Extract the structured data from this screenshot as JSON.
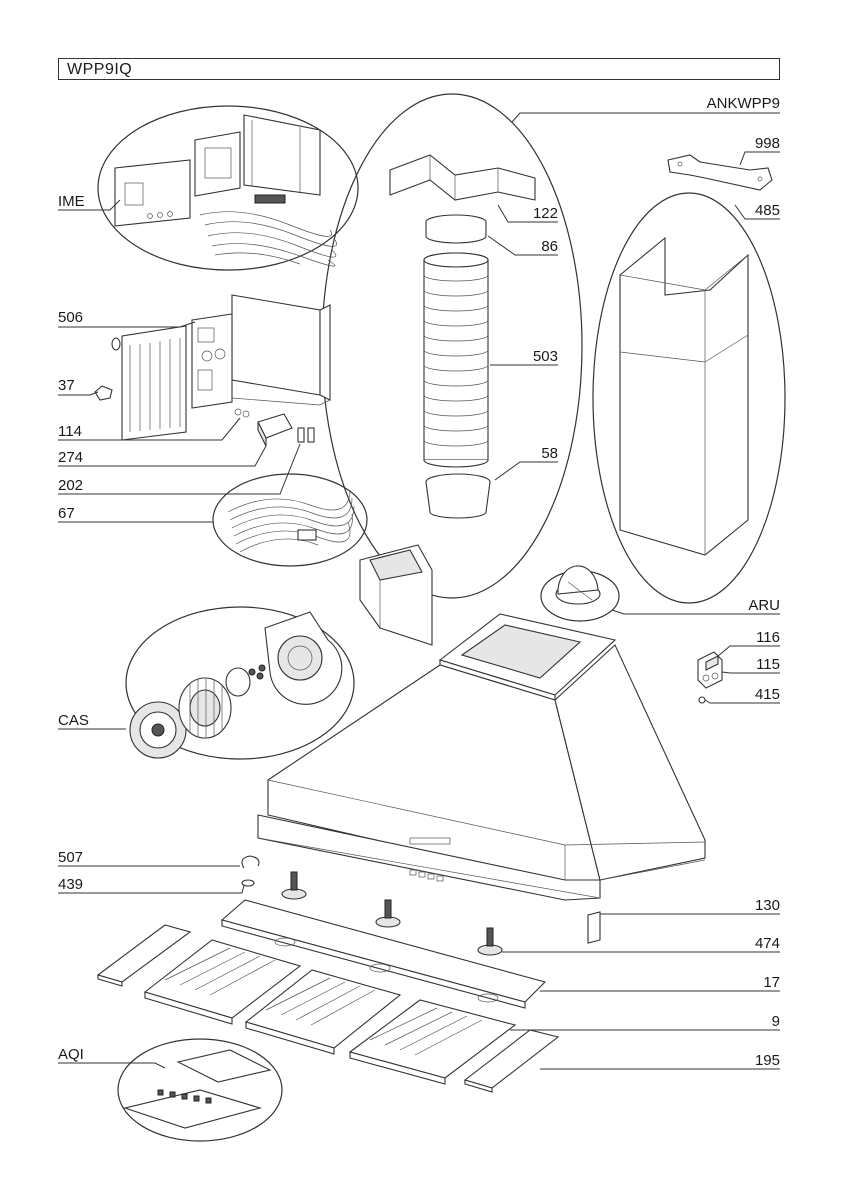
{
  "title": "WPP9IQ",
  "labels": {
    "ANKWPP9": "ANKWPP9",
    "IME": "IME",
    "998": "998",
    "122": "122",
    "485": "485",
    "86": "86",
    "506": "506",
    "503": "503",
    "37": "37",
    "114": "114",
    "274": "274",
    "58": "58",
    "202": "202",
    "67": "67",
    "ARU": "ARU",
    "116": "116",
    "115": "115",
    "415": "415",
    "CAS": "CAS",
    "507": "507",
    "439": "439",
    "130": "130",
    "474": "474",
    "17": "17",
    "9": "9",
    "AQI": "AQI",
    "195": "195"
  }
}
